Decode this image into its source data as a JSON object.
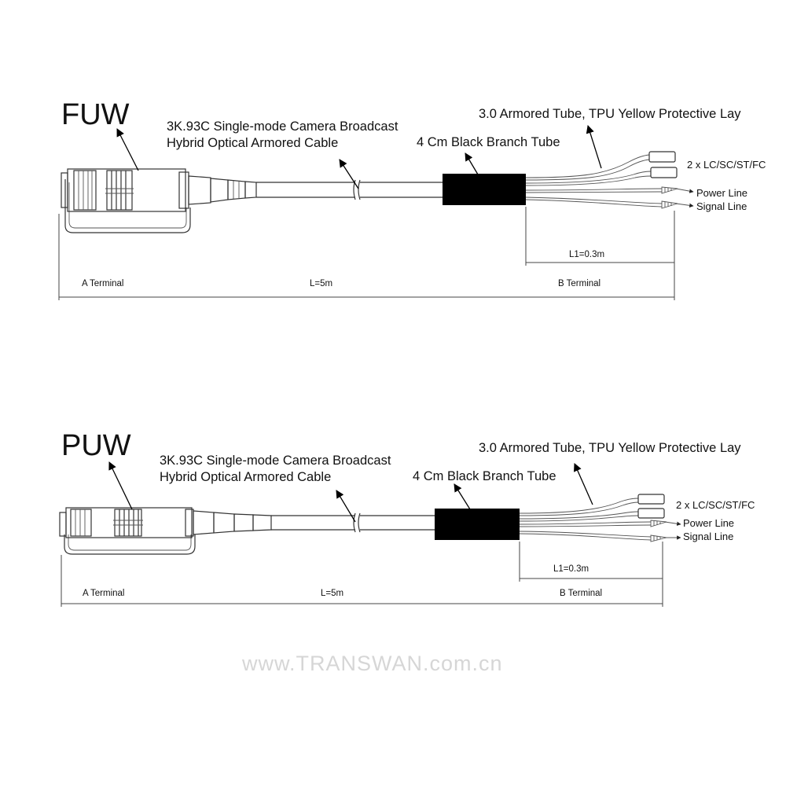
{
  "watermark": "www.TRANSWAN.com.cn",
  "diagrams": [
    {
      "title": "FUW",
      "cable_label_1": "3K.93C Single-mode Camera Broadcast",
      "cable_label_2": "Hybrid Optical Armored Cable",
      "armored_tube": "3.0 Armored Tube, TPU Yellow Protective Lay",
      "branch_tube": "4 Cm Black Branch Tube",
      "connectors": "2 x LC/SC/ST/FC",
      "power_line": "Power Line",
      "signal_line": "Signal Line",
      "branch_length": "L1=0.3m",
      "a_terminal": "A Terminal",
      "total_length": "L=5m",
      "b_terminal": "B Terminal"
    },
    {
      "title": "PUW",
      "cable_label_1": "3K.93C Single-mode Camera Broadcast",
      "cable_label_2": "Hybrid Optical Armored Cable",
      "armored_tube": "3.0 Armored Tube, TPU Yellow Protective Lay",
      "branch_tube": "4 Cm Black Branch Tube",
      "connectors": "2 x LC/SC/ST/FC",
      "power_line": "Power Line",
      "signal_line": "Signal Line",
      "branch_length": "L1=0.3m",
      "a_terminal": "A Terminal",
      "total_length": "L=5m",
      "b_terminal": "B Terminal"
    }
  ]
}
